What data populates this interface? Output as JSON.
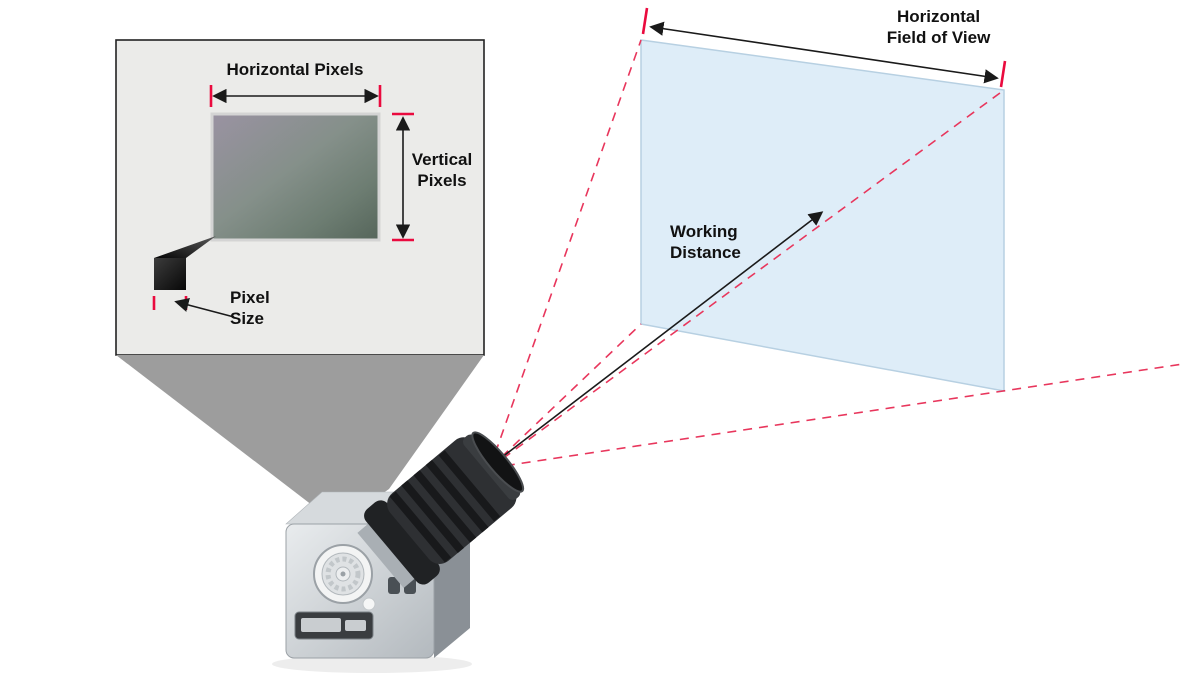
{
  "colors": {
    "accent_red": "#e8365c",
    "tick_red": "#ea0a3e",
    "plane_fill": "#daeaf7",
    "plane_border": "#b7d0e2",
    "inset_fill": "#ebebe9",
    "inset_border": "#222222",
    "funnel_fill": "#9d9d9d",
    "line_black": "#1a1a1a"
  },
  "inset": {
    "horizontal_pixels_label": "Horizontal Pixels",
    "vertical_pixels_label": "Vertical\nPixels",
    "pixel_size_label": "Pixel\nSize"
  },
  "scene": {
    "horizontal_fov_label": "Horizontal\nField of View",
    "working_distance_label": "Working\nDistance"
  }
}
